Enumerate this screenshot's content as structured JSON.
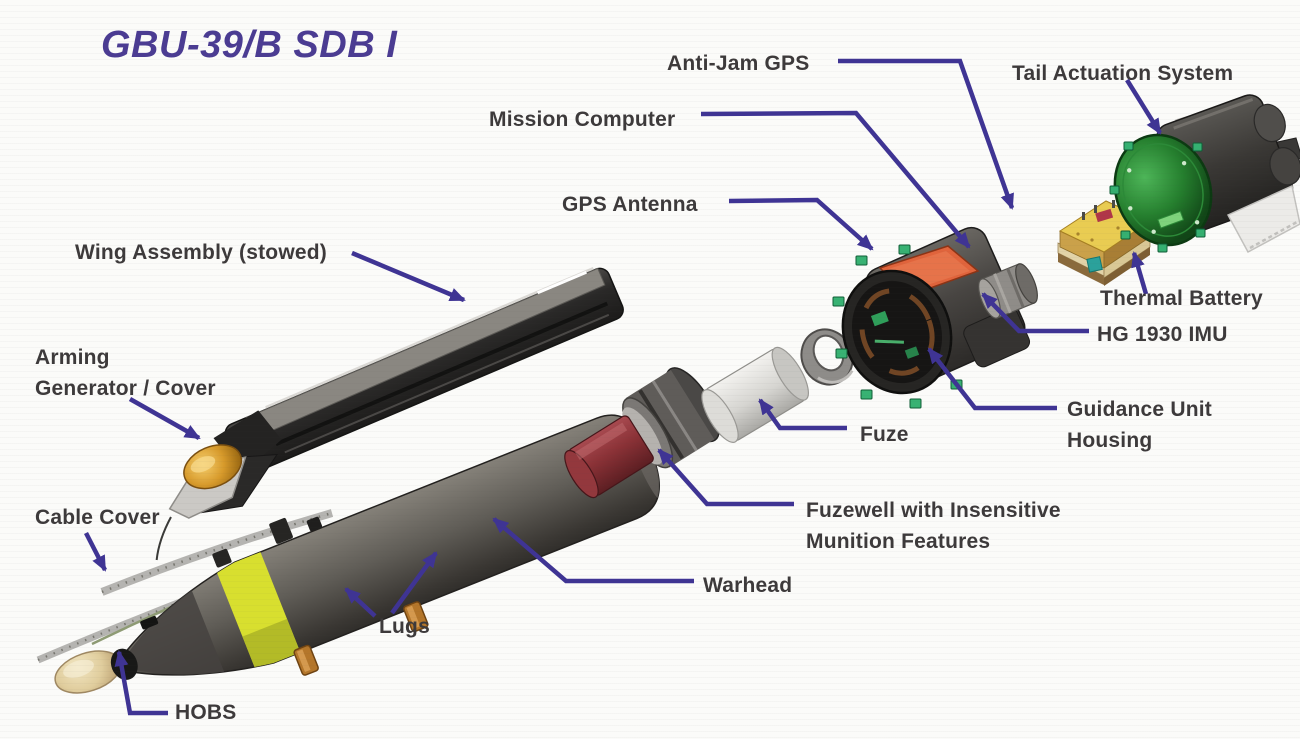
{
  "title": "GBU-39/B SDB I",
  "labels": {
    "anti_jam_gps": "Anti-Jam GPS",
    "tail_actuation_system": "Tail Actuation System",
    "mission_computer": "Mission Computer",
    "gps_antenna": "GPS Antenna",
    "wing_assembly": "Wing Assembly (stowed)",
    "arming_generator_cover": "Arming\nGenerator / Cover",
    "thermal_battery": "Thermal Battery",
    "hg_1930_imu": "HG 1930 IMU",
    "guidance_unit_housing": "Guidance Unit\nHousing",
    "fuze": "Fuze",
    "fuzewell": "Fuzewell with Insensitive\nMunition Features",
    "warhead": "Warhead",
    "cable_cover": "Cable Cover",
    "lugs": "Lugs",
    "hobs": "HOBS"
  },
  "colors": {
    "title_text": "#4b3c92",
    "label_text": "#3d3a3b",
    "arrow": "#3f3494",
    "warhead_body": "#5f5c57",
    "warhead_band_yellow": "#d8df2f",
    "gps_antenna_patch_orange": "#e0643c",
    "tail_face_green": "#2e8f3a",
    "anti_jam_board_yellow": "#e9cc52",
    "arming_dome_amber": "#d79a2b",
    "fuzewell_red": "#93383d",
    "fin_white": "#ecebe8"
  }
}
